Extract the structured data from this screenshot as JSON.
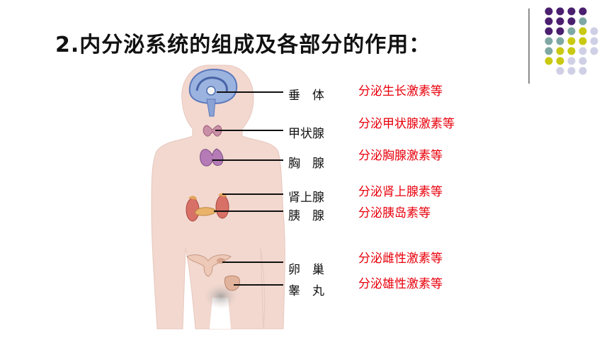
{
  "title": "2.内分泌系统的组成及各部分的作用：",
  "colors": {
    "title": "#111111",
    "function_text": "#e8000b",
    "skin": "#f2d8cf",
    "dot_purple": "#4b1f6f",
    "dot_teal": "#7fa8a4",
    "dot_yellow": "#c9c912",
    "dot_lavender": "#cfd0e6"
  },
  "glands": [
    {
      "name": "垂　体",
      "function": "分泌生长激素等"
    },
    {
      "name": "甲状腺",
      "function": "分泌甲状腺激素等"
    },
    {
      "name": "胸　腺",
      "function": "分泌胸腺激素等"
    },
    {
      "name": "肾上腺",
      "function": "分泌肾上腺素等"
    },
    {
      "name": "胰　腺",
      "function": "分泌胰岛素等"
    },
    {
      "name": "卵　巢",
      "function": "分泌雌性激素等"
    },
    {
      "name": "睾　丸",
      "function": "分泌雄性激素等"
    }
  ]
}
